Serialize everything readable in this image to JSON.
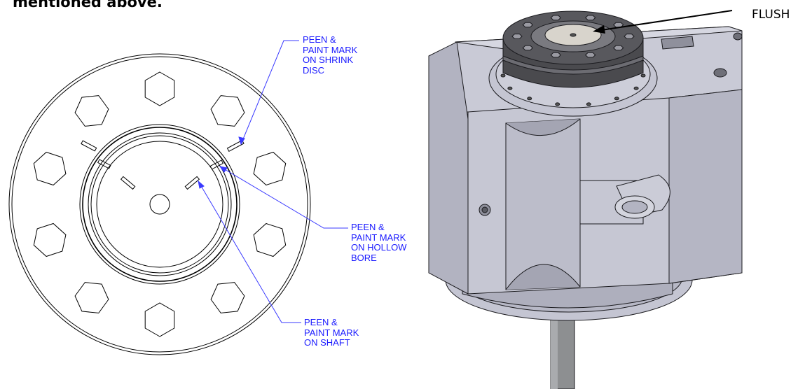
{
  "heading": "mentioned above.",
  "callouts": {
    "shrink_disc": "PEEN &\nPAINT MARK\nON SHRINK\nDISC",
    "hollow_bore": "PEEN &\nPAINT MARK\nON HOLLOW\nBORE",
    "shaft": "PEEN &\nPAINT MARK\nON SHAFT"
  },
  "flush_label": "FLUSH",
  "colors": {
    "callout_text": "#1a1aff",
    "leader_line": "#3a3aff",
    "drawing_line": "#000000",
    "model_face": "#c9cad6",
    "model_dark": "#4a4a4e",
    "model_shadow": "#9fa0ad"
  }
}
